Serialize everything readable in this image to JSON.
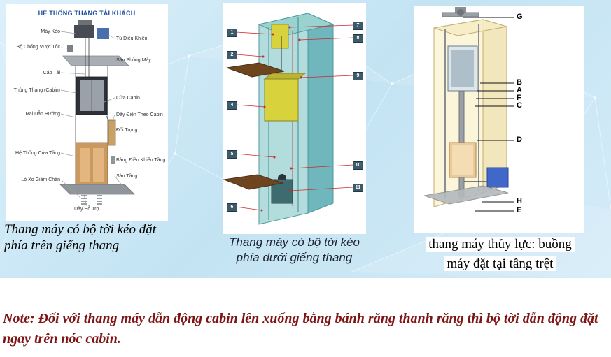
{
  "diagram1": {
    "title": "HỆ THỐNG THANG TẢI KHÁCH",
    "labels_left": [
      "Máy Kéo",
      "Bộ Chống Vượt Tốc",
      "Cáp Tải",
      "Thùng Thang (Cabin)",
      "Rai Dẫn Hướng",
      "Hệ Thống Cửa Tầng",
      "Lò Xo Giảm Chấn"
    ],
    "labels_right": [
      "Tủ Điều Khiển",
      "Sàn Phòng Máy",
      "Cửa Cabin",
      "Dây Điện Theo Cabin",
      "Đối Trọng",
      "Bảng Điều Khiển Tầng",
      "Sàn Tầng"
    ],
    "label_bottom": "Dây Hỗ Trợ",
    "caption": "Thang máy có bộ tời kéo đặt phía trên giếng thang"
  },
  "diagram2": {
    "numbers_left": [
      "1",
      "2",
      "4",
      "5",
      "6"
    ],
    "numbers_right": [
      "7",
      "8",
      "9",
      "10",
      "11"
    ],
    "caption": "Thang máy có bộ tời kéo phía dưới giếng thang"
  },
  "diagram3": {
    "letters": [
      "G",
      "B",
      "A",
      "F",
      "C",
      "D",
      "H",
      "E"
    ],
    "caption_lines": [
      "thang máy thủy lực: buồng",
      "máy đặt tại tầng trệt"
    ]
  },
  "note": {
    "text": "Note: Đối với thang máy dẫn động cabin lên xuống bằng bánh răng thanh răng thì bộ tời dẫn động đặt ngay trên nóc cabin."
  },
  "colors": {
    "background_blue": "#cde8f5",
    "teal_shaft": "#7cc3c6",
    "cabin_yellow": "#d8d23c",
    "note_color": "#7e1414"
  }
}
